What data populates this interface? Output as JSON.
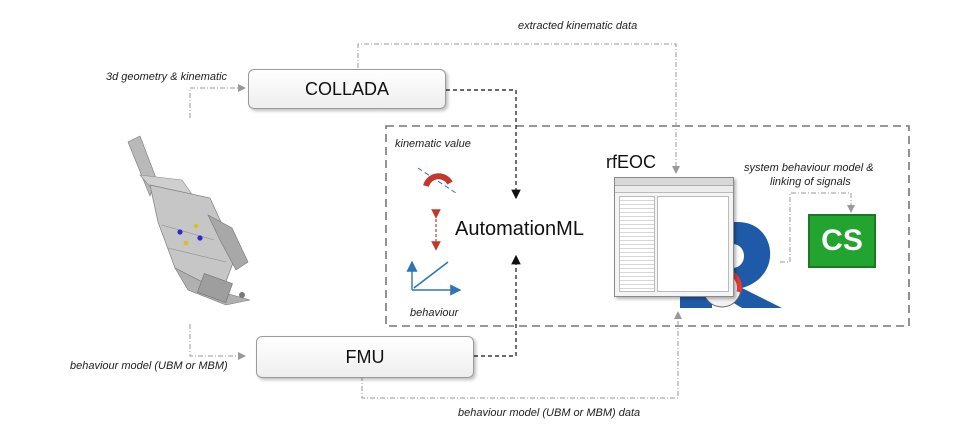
{
  "labels": {
    "extracted_kinematic_data": "extracted kinematic data",
    "geometry_kinematic": "3d geometry & kinematic",
    "kinematic_value": "kinematic value",
    "behaviour": "behaviour",
    "system_behaviour_line1": "system behaviour model &",
    "system_behaviour_line2": "linking of signals",
    "behaviour_model_left": "behaviour model (UBM or MBM)",
    "behaviour_model_data": "behaviour model (UBM or MBM) data"
  },
  "nodes": {
    "collada": "COLLADA",
    "fmu": "FMU",
    "automationml": "AutomationML",
    "rfeoc": "rfEOC",
    "cs": "CS"
  },
  "icons": [
    "robot-arm-icon",
    "rotation-arc-icon",
    "linear-motion-arrow-icon",
    "behaviour-graph-icon",
    "rfeoc-window-icon",
    "r-logo-icon",
    "gauge-icon"
  ],
  "colors": {
    "cs_green": "#23a32f",
    "r_logo_blue": "#1f5aa8",
    "arc_red": "#c0392b",
    "axis_blue": "#2e75b6",
    "dashed_border": "#777777"
  }
}
